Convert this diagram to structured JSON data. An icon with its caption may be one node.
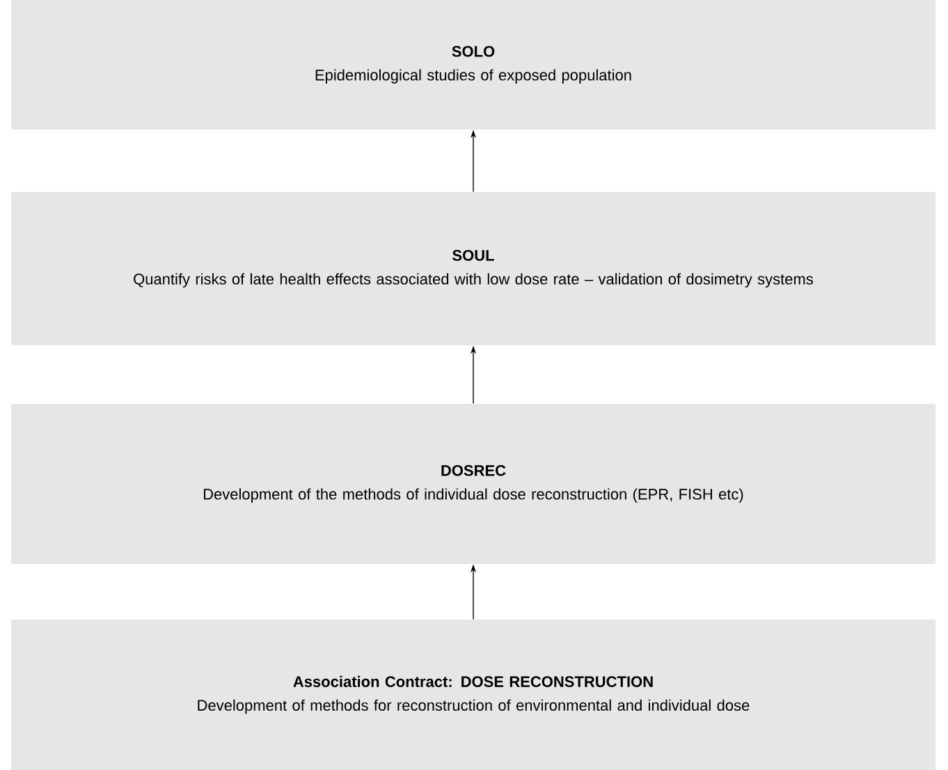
{
  "diagram": {
    "nodes": [
      {
        "text": [
          "SOLO",
          "Epidemiological studies of exposed population"
        ]
      },
      {
        "text": [
          "SOUL",
          "Quantify risks of late health effects associated with low dose rate – validation of dosimetry systems"
        ]
      },
      {
        "text": [
          "DOSREC",
          "Development of the methods of individual dose reconstruction (EPR, FISH etc)"
        ]
      },
      {
        "text": [
          "Association Contract: DOSE RECONSTRUCTION",
          "Development of methods for reconstruction of environmental and individual dose"
        ]
      }
    ],
    "edges": [
      {
        "from": 1,
        "to": 0,
        "arrow": "to"
      },
      {
        "from": 2,
        "to": 1,
        "arrow": "to"
      },
      {
        "from": 3,
        "to": 2,
        "arrow": "to"
      }
    ]
  }
}
